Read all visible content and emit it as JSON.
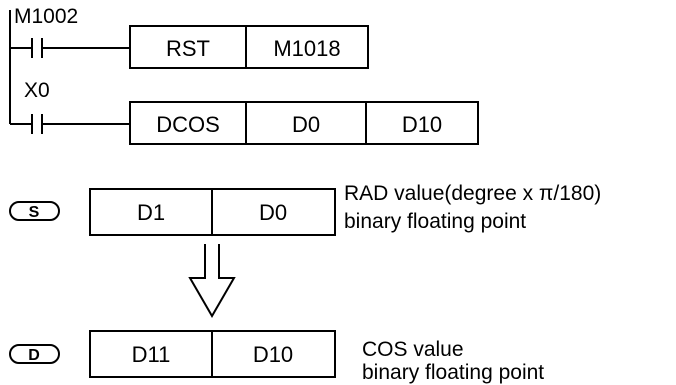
{
  "rung1": {
    "contact": "M1002",
    "instruction": "RST",
    "operand": "M1018"
  },
  "rung2": {
    "contact": "X0",
    "instruction": "DCOS",
    "op1": "D0",
    "op2": "D10"
  },
  "source": {
    "tag": "S",
    "high": "D1",
    "low": "D0",
    "note_line1": "RAD value(degree x π/180)",
    "note_line2": "binary floating point"
  },
  "dest": {
    "tag": "D",
    "high": "D11",
    "low": "D10",
    "note_line1": "COS value",
    "note_line2": "binary floating point"
  }
}
